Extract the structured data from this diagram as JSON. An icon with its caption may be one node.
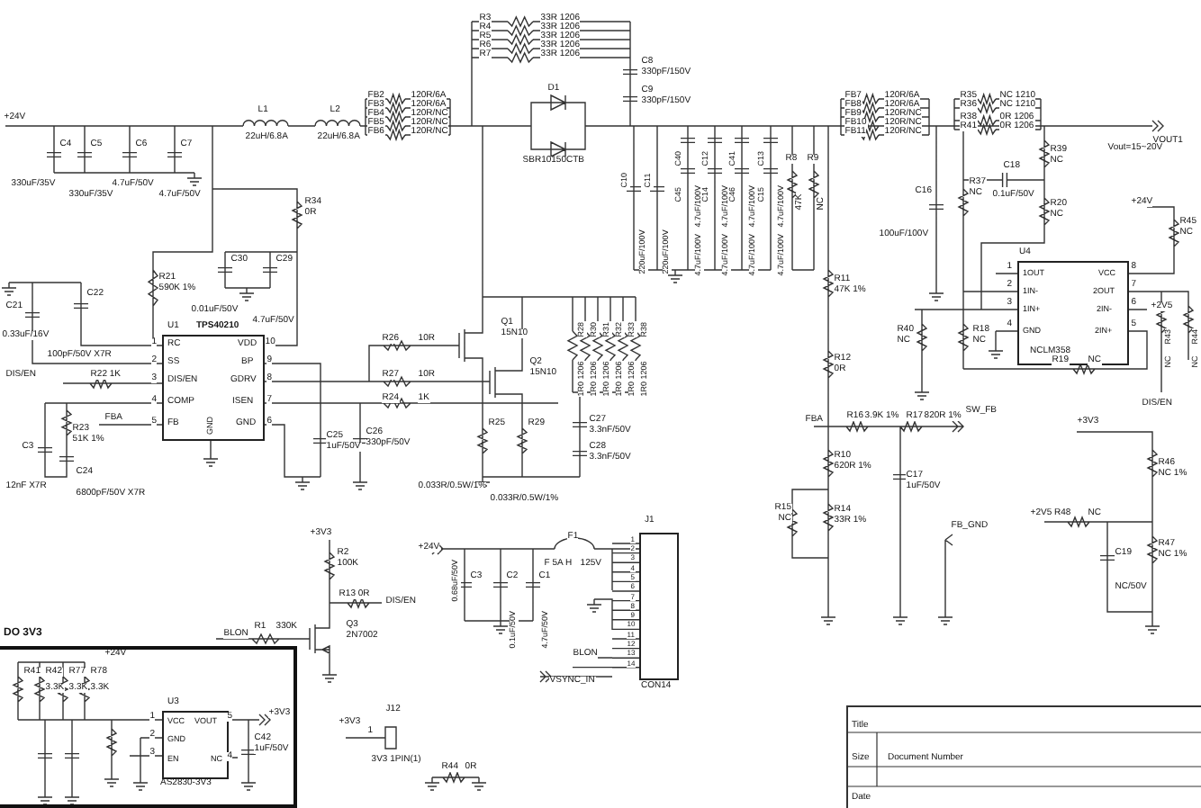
{
  "diagram": {
    "nodes": [
      {
        "text": [
          "DO 3V3"
        ]
      },
      {
        "text": [
          "U1",
          "TPS40210",
          "RC",
          "SS",
          "DIS/EN",
          "COMP",
          "FB",
          "VDD",
          "BP",
          "GDRV",
          "ISEN",
          "GND",
          "GND"
        ]
      },
      {
        "text": [
          "U4",
          "1OUT",
          "1IN-",
          "1IN+",
          "GND",
          "VCC",
          "2OUT",
          "2IN-",
          "2IN+",
          "NCLM358"
        ]
      },
      {
        "text": [
          "U3",
          "VCC",
          "VOUT",
          "GND",
          "EN",
          "NC",
          "AS2830-3V3"
        ],
        "in": 0
      },
      {
        "text": [
          "J1",
          "CON14"
        ]
      },
      {
        "text": [
          "Title",
          "Size",
          "Document Number",
          "Date"
        ]
      }
    ],
    "labels": [
      "+24V",
      "L1",
      "22uH/6.8A",
      "L2",
      "22uH/6.8A",
      "FB2",
      "FB3",
      "FB4",
      "FB5",
      "FB6",
      "120R/6A",
      "120R/6A",
      "120R/NC",
      "120R/NC",
      "120R/NC",
      "R3",
      "33R 1206",
      "R4",
      "33R 1206",
      "R5",
      "33R 1206",
      "R6",
      "33R 1206",
      "R7",
      "33R 1206",
      "C8",
      "330pF/150V",
      "C9",
      "330pF/150V",
      "D1",
      "SBR10150CTB",
      "C4",
      "330uF/35V",
      "C5",
      "330uF/35V",
      "C6",
      "4.7uF/50V",
      "C7",
      "4.7uF/50V",
      "R34",
      "0R",
      "C30",
      "0.01uF/50V",
      "C29",
      "4.7uF/50V",
      "R21",
      "590K 1%",
      "C21",
      "0.33uF/16V",
      "C22",
      "100pF/50V X7R",
      "DIS/EN",
      "R22 1K",
      "C3",
      "12nF X7R",
      "R23",
      "51K 1%",
      "C24",
      "6800pF/50V X7R",
      "FBA",
      "1",
      "2",
      "3",
      "4",
      "5",
      "10",
      "9",
      "8",
      "7",
      "6",
      "C25",
      "1uF/50V",
      "C26",
      "330pF/50V",
      "R26",
      "10R",
      "R27",
      "10R",
      "R24",
      "1K",
      "Q1",
      "15N10",
      "Q2",
      "15N10",
      "R28",
      "R30",
      "R31",
      "R32",
      "R33",
      "R38",
      "1R0 1206",
      "1R0 1206",
      "1R0 1206",
      "1R0 1206",
      "1R0 1206",
      "1R0 1206",
      "R25",
      "0.033R/0.5W/1%",
      "R29",
      "0.033R/0.5W/1%",
      "C27",
      "3.3nF/50V",
      "C28",
      "3.3nF/50V",
      "C10",
      "220uF/100V",
      "C11",
      "220uF/100V",
      "C40",
      "4.7uF/100V",
      "C12",
      "4.7uF/100V",
      "C41",
      "4.7uF/100V",
      "C13",
      "4.7uF/100V",
      "C45",
      "4.7uF/100V",
      "C14",
      "4.7uF/100V",
      "C46",
      "4.7uF/100V",
      "C15",
      "4.7uF/100V",
      "R8",
      "47K",
      "R9",
      "NC",
      "R11",
      "47K 1%",
      "R12",
      "0R",
      "FBA",
      "R16",
      "3.9K 1%",
      "R17",
      "820R 1%",
      "SW_FB",
      "R10",
      "620R 1%",
      "R15",
      "NC",
      "R14",
      "33R 1%",
      "C17",
      "1uF/50V",
      "FB_GND",
      "+3V3",
      "R46",
      "NC 1%",
      "+2V5 R48",
      "NC",
      "C19",
      "NC/50V",
      "R47",
      "NC 1%",
      "FB7",
      "FB8",
      "FB9",
      "FB10",
      "FB11",
      "120R/6A",
      "120R/6A",
      "120R/NC",
      "120R/NC",
      "120R/NC",
      "R35",
      "NC 1210",
      "R36",
      "NC 1210",
      "R38",
      "0R 1206",
      "R41",
      "0R 1206",
      "VOUT1",
      "Vout=15~20V",
      "C16",
      "100uF/100V",
      "C18",
      "0.1uF/50V",
      "R39",
      "NC",
      "R20",
      "NC",
      "R37",
      "NC",
      "+24V",
      "R45",
      "NC",
      "1",
      "2",
      "3",
      "4",
      "8",
      "7",
      "6",
      "5",
      "+2V5",
      "R40",
      "NC",
      "R18",
      "NC",
      "R19",
      "NC",
      "R43",
      "NC",
      "R44",
      "NC",
      "DIS/EN",
      "+3V3",
      "R2",
      "100K",
      "R13 0R",
      "DIS/EN",
      "BLON",
      "R1",
      "330K",
      "Q3",
      "2N7002",
      "+24V",
      "F1",
      "F 5A H",
      "125V",
      "C3",
      "0.68uF/50V",
      "C2",
      "0.1uF/50V",
      "C1",
      "4.7uF/50V",
      "1",
      "2",
      "3",
      "4",
      "5",
      "6",
      "7",
      "8",
      "9",
      "10",
      "11",
      "12",
      "13",
      "14",
      "BLON",
      "VSYNC_IN",
      "+24V",
      "R41",
      "R42",
      "R77",
      "R78",
      "3.3K",
      "3.3K",
      "3.3K",
      "1",
      "2",
      "3",
      "5",
      "4",
      "+3V3",
      "C42",
      "1uF/50V",
      "J12",
      "1",
      "+3V3",
      "3V3 1PIN(1)",
      "R44",
      "0R"
    ]
  }
}
